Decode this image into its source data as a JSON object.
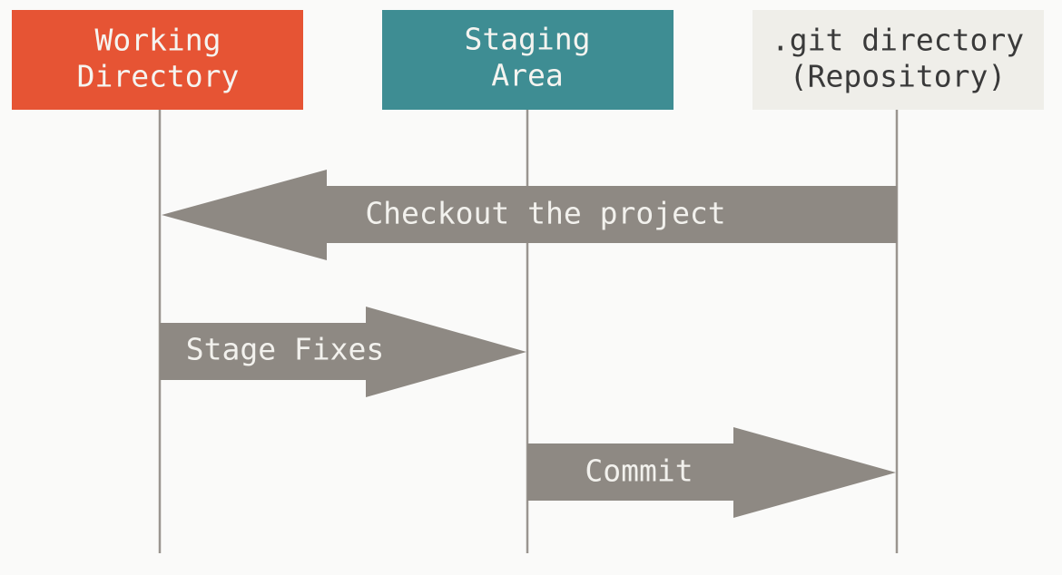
{
  "colors": {
    "background": "#fafaf9",
    "working_directory": "#e65434",
    "staging_area": "#3e8d93",
    "git_directory": "#efeee9",
    "lifeline": "#9a9590",
    "arrow": "#8e8983",
    "light_text": "#f5f4f0",
    "dark_text": "#3a3a3a"
  },
  "stages": [
    {
      "lines": [
        "Working",
        "Directory"
      ]
    },
    {
      "lines": [
        "Staging",
        "Area"
      ]
    },
    {
      "lines": [
        ".git directory",
        "(Repository)"
      ]
    }
  ],
  "arrows": [
    {
      "label": "Checkout the project",
      "from": ".git directory (Repository)",
      "to": "Working Directory"
    },
    {
      "label": "Stage Fixes",
      "from": "Working Directory",
      "to": "Staging Area"
    },
    {
      "label": "Commit",
      "from": "Staging Area",
      "to": ".git directory (Repository)"
    }
  ]
}
